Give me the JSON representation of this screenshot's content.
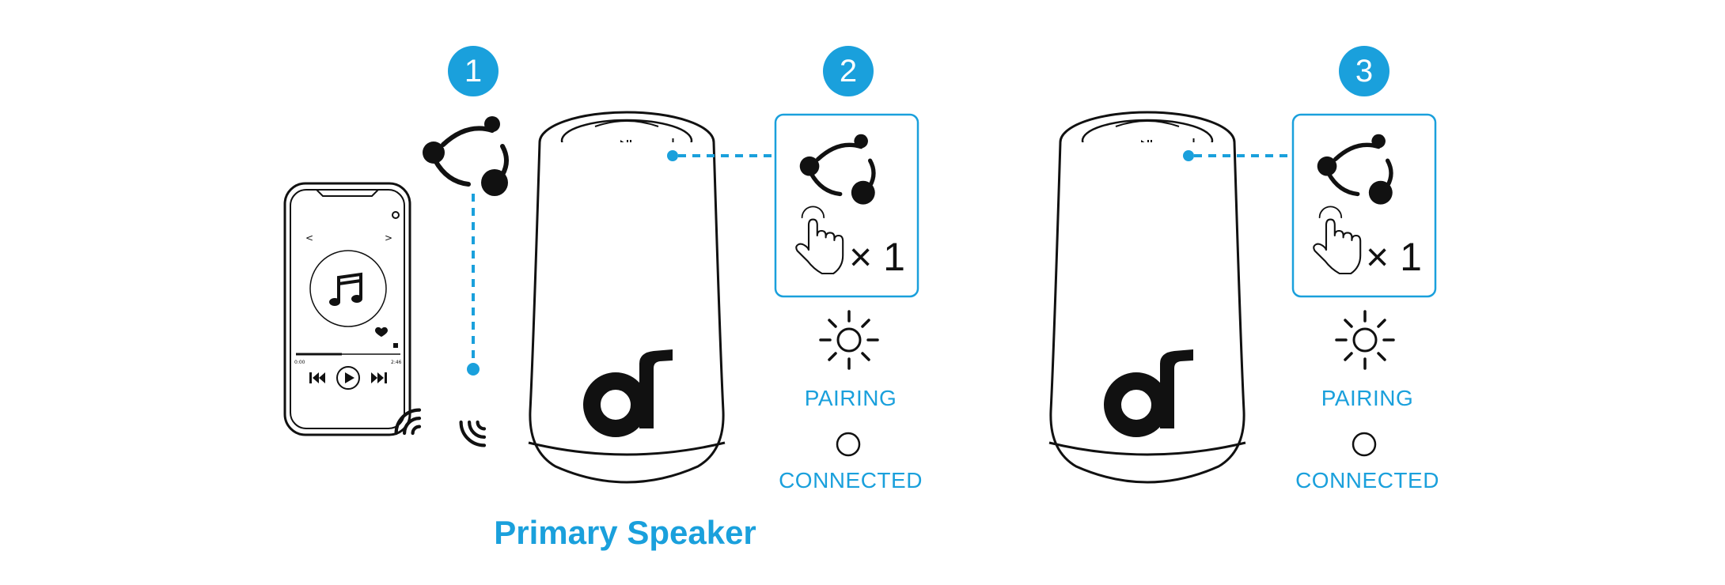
{
  "steps": [
    {
      "number": "1"
    },
    {
      "number": "2",
      "press_count": "× 1",
      "status_pairing": "PAIRING",
      "status_connected": "CONNECTED"
    },
    {
      "number": "3",
      "press_count": "× 1",
      "status_pairing": "PAIRING",
      "status_connected": "CONNECTED"
    }
  ],
  "primary_label": "Primary Speaker",
  "colors": {
    "accent": "#1aa0dc",
    "line": "#111111"
  },
  "icons": [
    "share-link-icon",
    "hand-press-icon",
    "sun-light-icon",
    "circle-light-icon",
    "music-note-icon",
    "wireless-signal-icon",
    "brand-logo-icon",
    "play-icon",
    "previous-icon",
    "next-icon",
    "heart-icon"
  ]
}
